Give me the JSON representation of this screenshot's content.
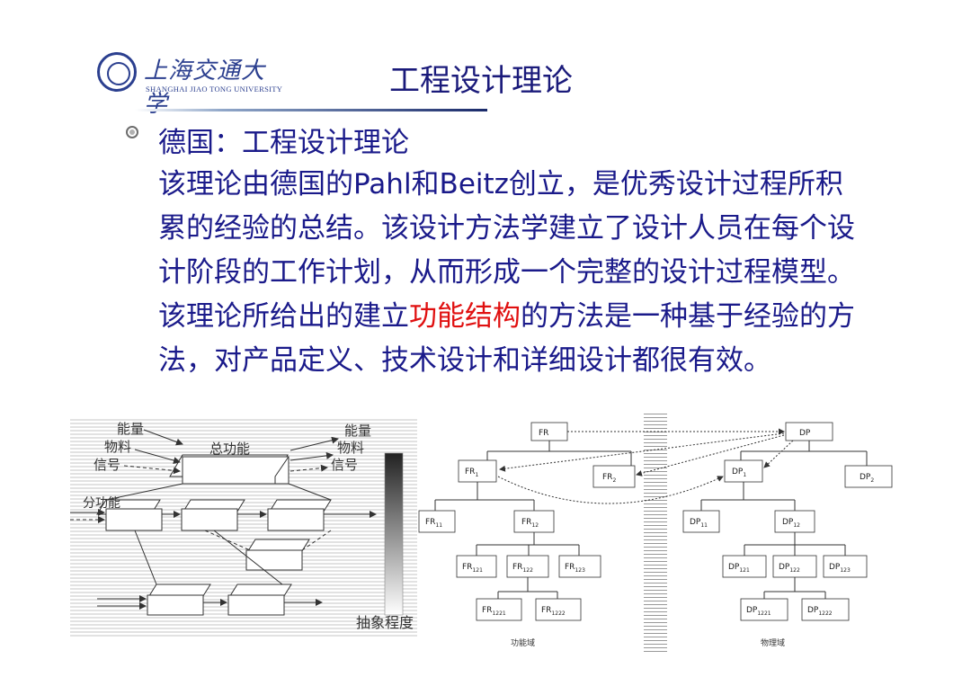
{
  "header": {
    "logo_cn": "上海交通大学",
    "logo_en": "SHANGHAI JIAO TONG UNIVERSITY",
    "title": "工程设计理论"
  },
  "content": {
    "heading": "德国：工程设计理论",
    "para_before": "该理论由德国的Pahl和Beitz创立，是优秀设计过程所积累的经验的总结。该设计方法学建立了设计人员在每个设计阶段的工作计划，从而形成一个完整的设计过程模型。该理论所给出的建立",
    "para_highlight": "功能结构",
    "para_after": "的方法是一种基于经验的方法，对产品定义、技术设计和详细设计都很有效。"
  },
  "figure_left": {
    "energy": "能量",
    "material": "物料",
    "signal": "信号",
    "overall_function": "总功能",
    "sub_function": "分功能",
    "abstraction": "抽象程度"
  },
  "figure_right": {
    "FR": "FR",
    "DP": "DP",
    "FR1": "FR",
    "FR1_sub": "1",
    "FR2": "FR",
    "FR2_sub": "2",
    "DP1": "DP",
    "DP1_sub": "1",
    "DP2": "DP",
    "DP2_sub": "2",
    "FR11": "FR",
    "FR11_sub": "11",
    "FR12": "FR",
    "FR12_sub": "12",
    "DP11": "DP",
    "DP11_sub": "11",
    "DP12": "DP",
    "DP12_sub": "12",
    "FR121": "FR",
    "FR121_sub": "121",
    "FR122": "FR",
    "FR122_sub": "122",
    "FR123": "FR",
    "FR123_sub": "123",
    "DP121": "DP",
    "DP121_sub": "121",
    "DP122": "DP",
    "DP122_sub": "122",
    "DP123": "DP",
    "DP123_sub": "123",
    "FR1221": "FR",
    "FR1221_sub": "1221",
    "FR1222": "FR",
    "FR1222_sub": "1222",
    "DP1221": "DP",
    "DP1221_sub": "1221",
    "DP1222": "DP",
    "DP1222_sub": "1222",
    "domain_functional": "功能域",
    "domain_physical": "物理域"
  }
}
